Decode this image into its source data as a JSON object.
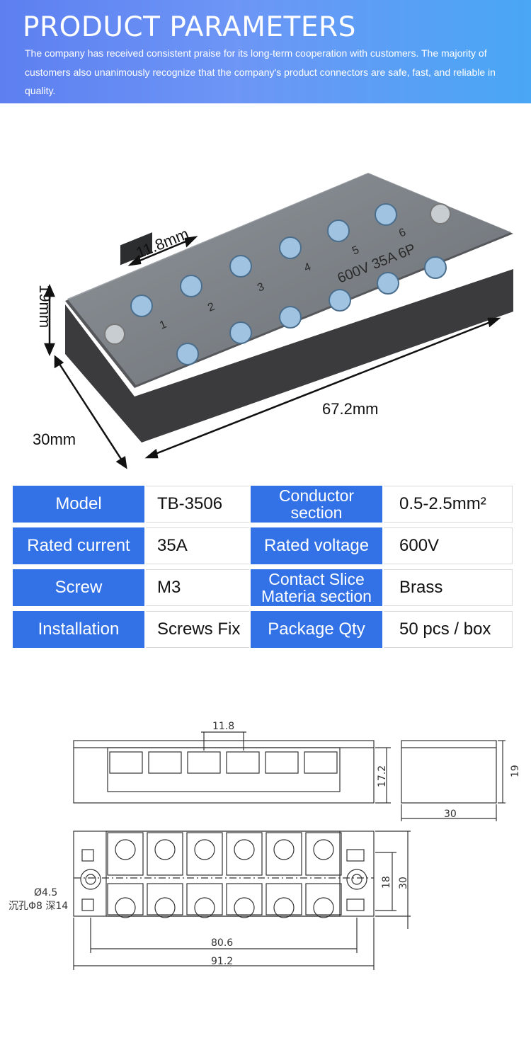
{
  "header": {
    "title": "PRODUCT PARAMETERS",
    "description": "The company has received consistent praise for its long-term cooperation with customers. The majority of customers also unanimously recognize that the company's product connectors are safe, fast, and reliable in quality."
  },
  "product_photo": {
    "dim_pitch": "11.8mm",
    "dim_height": "19mm",
    "dim_length": "67.2mm",
    "dim_depth": "30mm",
    "print_rating": "600V 35A 6P",
    "terminal_numbers": [
      "1",
      "2",
      "3",
      "4",
      "5",
      "6"
    ]
  },
  "params": [
    {
      "k1": "Model",
      "v1": "TB-3506",
      "k2_a": "Conductor",
      "k2_b": "section",
      "v2": "0.5-2.5mm²"
    },
    {
      "k1": "Rated current",
      "v1": "35A",
      "k2_a": "Rated voltage",
      "k2_b": "",
      "v2": "600V"
    },
    {
      "k1": "Screw",
      "v1": "M3",
      "k2_a": "Contact Slice",
      "k2_b": "Materia section",
      "v2": "Brass"
    },
    {
      "k1": "Installation",
      "v1": "Screws Fix",
      "k2_a": "Package Qty",
      "k2_b": "",
      "v2": "50 pcs / box"
    }
  ],
  "drawing": {
    "pitch": "11.8",
    "height": "17.2",
    "side_height": "19",
    "side_width": "30",
    "inner_width": "18",
    "outer_width": "30",
    "hole_label": "Ø4.5",
    "hole_note": "沉孔Φ8 深14",
    "mount_span": "80.6",
    "total_length": "91.2"
  },
  "colors": {
    "banner_start": "#5d7ff0",
    "banner_end": "#49a7f5",
    "table_key": "#3271e6"
  }
}
